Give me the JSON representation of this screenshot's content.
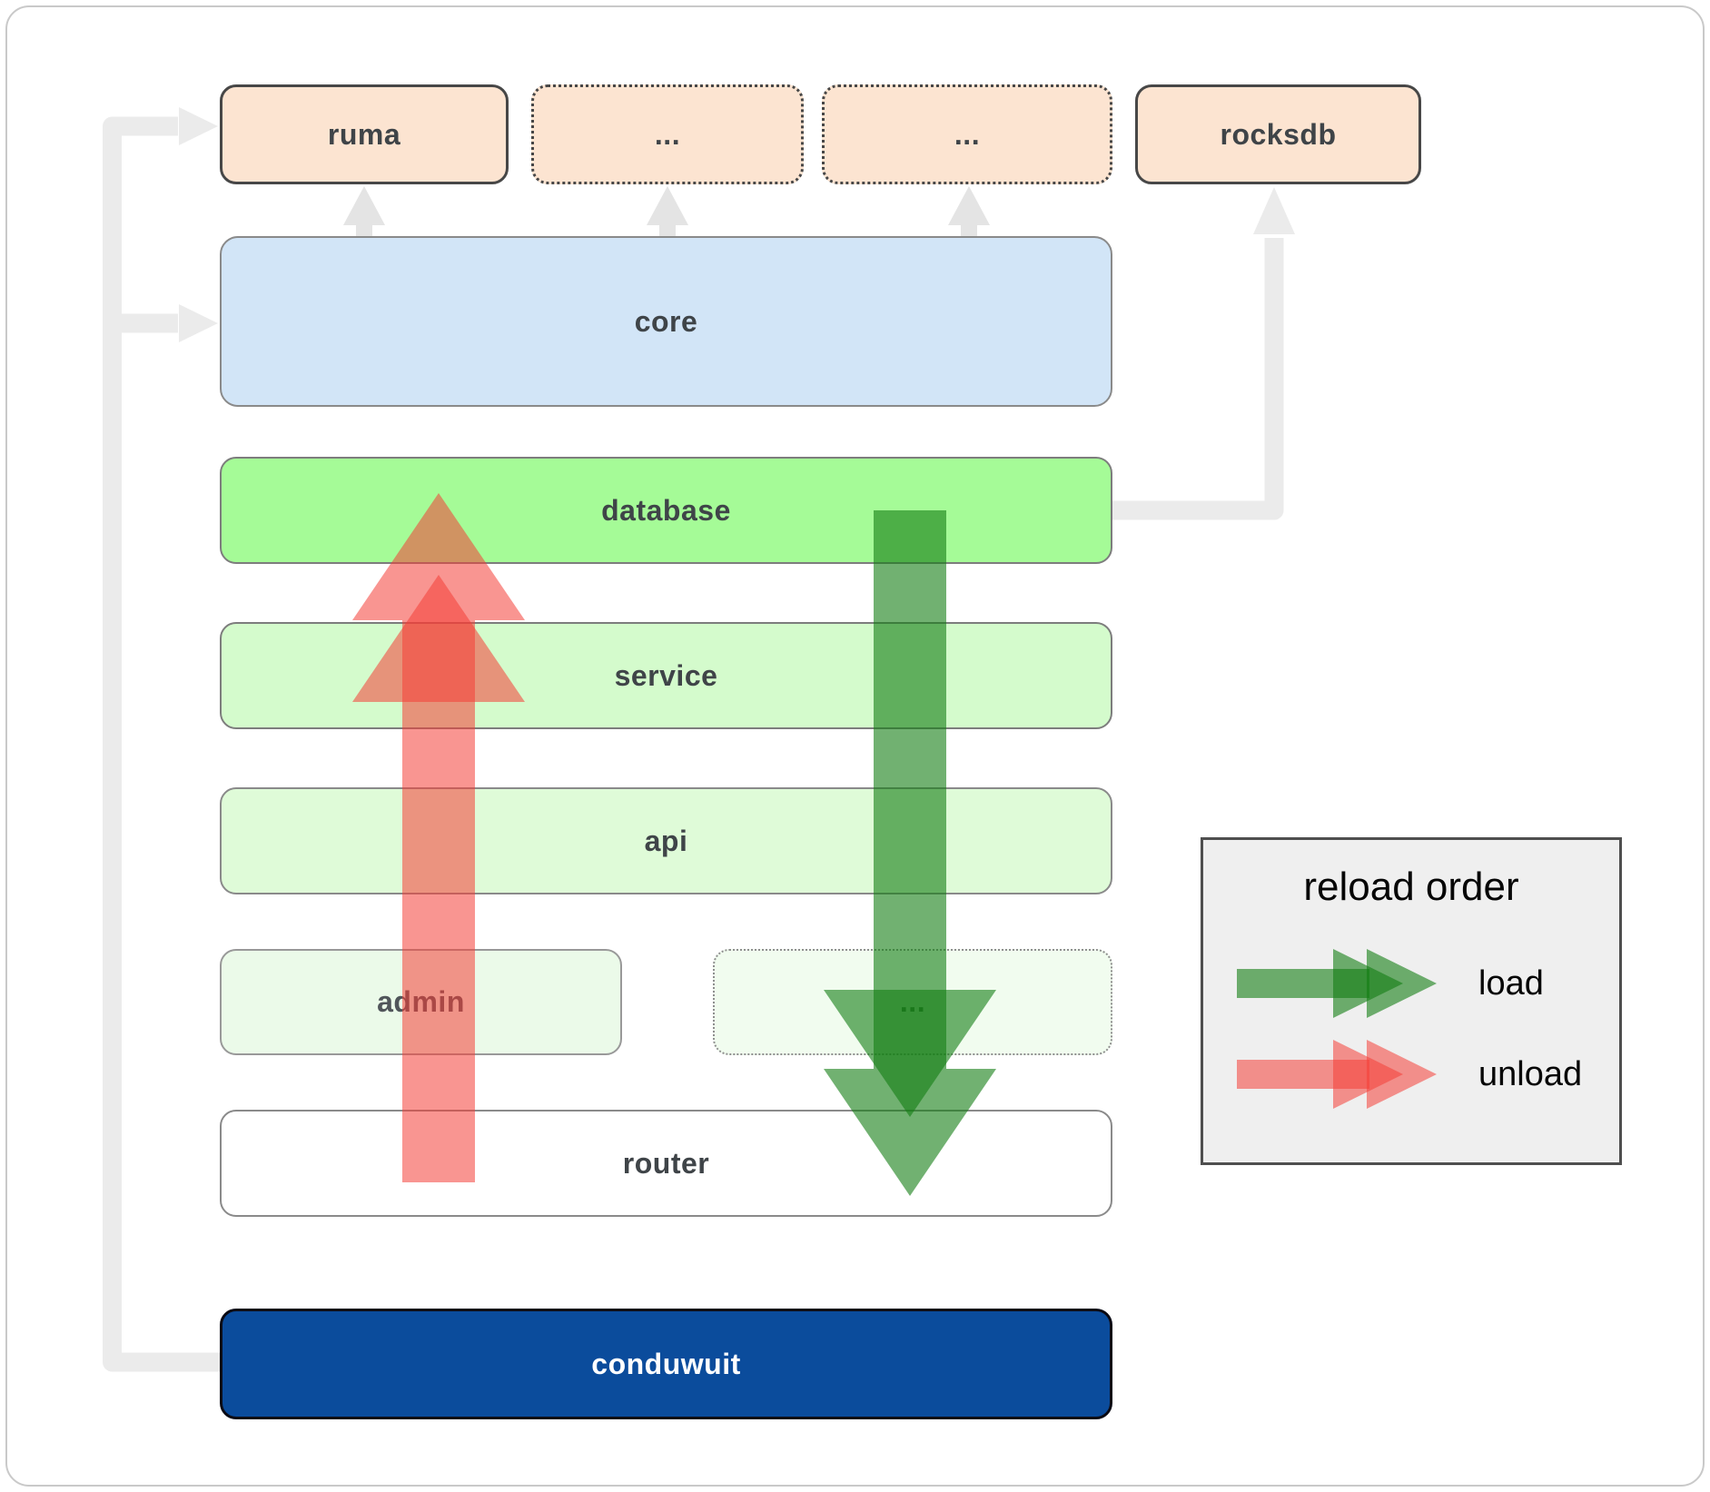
{
  "diagram": {
    "top_row": [
      {
        "id": "ruma",
        "label": "ruma",
        "border": "solid"
      },
      {
        "id": "ellipsis-1",
        "label": "...",
        "border": "dotted"
      },
      {
        "id": "ellipsis-2",
        "label": "...",
        "border": "dotted"
      },
      {
        "id": "rocksdb",
        "label": "rocksdb",
        "border": "solid"
      }
    ],
    "layers": [
      {
        "id": "core",
        "label": "core"
      },
      {
        "id": "database",
        "label": "database"
      },
      {
        "id": "service",
        "label": "service"
      },
      {
        "id": "api",
        "label": "api"
      },
      {
        "id": "admin",
        "label": "admin"
      },
      {
        "id": "admin-ellipsis",
        "label": "..."
      },
      {
        "id": "router",
        "label": "router"
      },
      {
        "id": "conduwuit",
        "label": "conduwuit"
      }
    ]
  },
  "legend": {
    "title": "reload order",
    "items": [
      {
        "label": "load",
        "color": "#127d12"
      },
      {
        "label": "unload",
        "color": "#f43e37"
      }
    ]
  },
  "colors": {
    "load_green": "#127d12",
    "unload_red": "#f43e37",
    "conduwuit_blue": "#0b4c9c",
    "box_peach": "#fce4d1",
    "core_blue": "#d2e5f7",
    "database_green": "#a5fb97",
    "service_green": "#d4fbcc",
    "api_green": "#dffbd8",
    "admin_green": "#ebfae9",
    "connector_gray": "#ebebeb",
    "legend_bg": "#efefef"
  }
}
